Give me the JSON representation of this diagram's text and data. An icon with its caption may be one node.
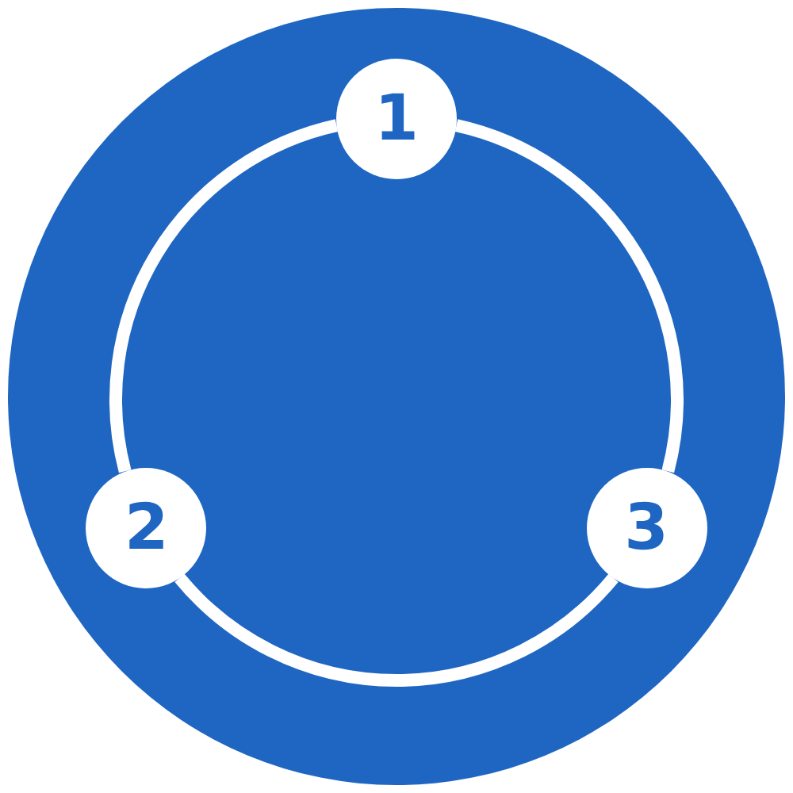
{
  "diagram": {
    "nodes": [
      {
        "text": [],
        "shape": "circle"
      },
      {
        "text": [
          "1"
        ],
        "in": 0
      },
      {
        "text": [
          "2"
        ],
        "in": 0
      },
      {
        "text": [
          "3"
        ],
        "in": 0
      }
    ],
    "edges": [
      {
        "from": 1,
        "to": 2,
        "arrow": "none"
      },
      {
        "from": 2,
        "to": 3,
        "arrow": "none"
      },
      {
        "from": 3,
        "to": 1,
        "arrow": "none"
      }
    ]
  }
}
